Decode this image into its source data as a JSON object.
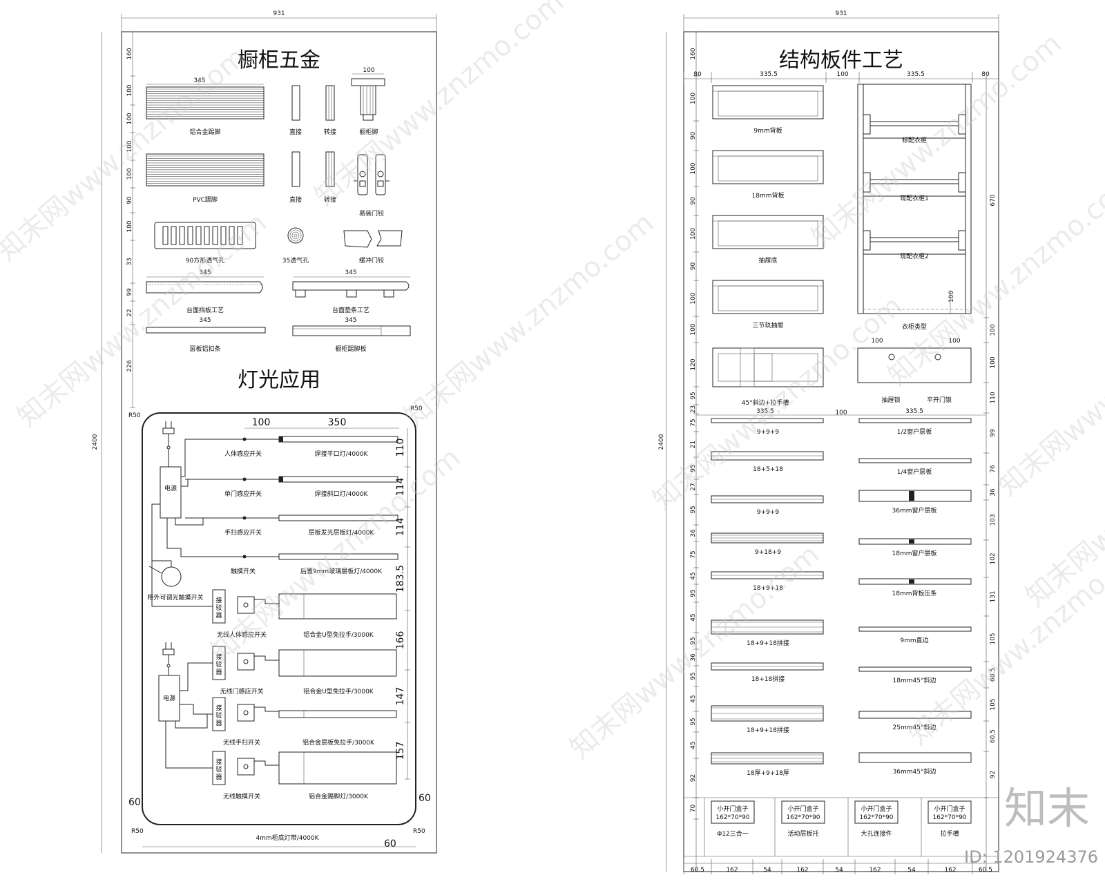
{
  "left_panel": {
    "width_dim": "931",
    "height_dim": "2400",
    "title_hardware": "橱柜五金",
    "title_lighting": "灯光应用",
    "row_dims": [
      "160",
      "100",
      "100",
      "100",
      "100",
      "90",
      "100",
      "33",
      "99",
      "22",
      "226"
    ],
    "hardware_dims": {
      "top_345": "345",
      "handle_100": "100"
    },
    "hardware_labels": {
      "alu_base": "铝合金踢脚",
      "straight_1": "直接",
      "corner_1": "转接",
      "cab_leg": "橱柜脚",
      "pvc_base": "PVC踢脚",
      "straight_2": "直接",
      "corner_2": "转接",
      "hinge": "易装门铰",
      "vent_square": "90方形透气孔",
      "vent_round": "35透气孔",
      "damper": "缓冲门铰",
      "counter_1": "台面挡板工艺",
      "counter_2": "台面垫条工艺",
      "shelf_strip": "层板铝扣条",
      "cab_strip": "橱柜踢脚板"
    },
    "lighting": {
      "corner_r": "R50",
      "dim_100": "100",
      "dim_350": "350",
      "right_dims": [
        "110",
        "114",
        "114",
        "183.5",
        "166",
        "147",
        "157"
      ],
      "power": "电源",
      "power2": "电源",
      "connector": "接驳器",
      "switches": [
        "人体感应开关",
        "单门感应开关",
        "手扫感应开关",
        "触摸开关"
      ],
      "lamps": [
        "焊接平口灯/4000K",
        "焊接斜口灯/4000K",
        "层板发光层板灯/4000K",
        "后置9mm玻璃层板灯/4000K"
      ],
      "round_switch": "柜外可调光触摸开关",
      "switches2": [
        "无线人体感应开关",
        "无线门感应开关",
        "无线手扫开关",
        "无线触摸开关"
      ],
      "lamps2": [
        "铝合金U型免拉手/3000K",
        "铝合金U型免拉手/3000K",
        "铝合金层板免拉手/3000K",
        "铝合金踢脚灯/3000K"
      ],
      "bottom_label": "4mm柜底灯带/4000K",
      "corner_dims": [
        "60",
        "60",
        "60",
        "R50",
        "R50"
      ]
    }
  },
  "right_panel": {
    "width_dim": "931",
    "height_dim": "2400",
    "title": "结构板件工艺",
    "top_dims": [
      "80",
      "335.5",
      "100",
      "335.5",
      "80"
    ],
    "left_col_dims": [
      "160",
      "100",
      "90",
      "100",
      "90",
      "100",
      "90",
      "100",
      "100",
      "120",
      "95",
      "23",
      "75",
      "21",
      "95",
      "27",
      "95",
      "36",
      "75",
      "45",
      "95",
      "45",
      "95",
      "36",
      "95",
      "45",
      "95",
      "45",
      "92",
      "70"
    ],
    "right_col_dims": [
      "670",
      "100",
      "100",
      "110",
      "99",
      "76",
      "36",
      "103",
      "102",
      "131",
      "105",
      "60.5",
      "105",
      "60.5",
      "92"
    ],
    "panel_labels": [
      "9mm背板",
      "18mm背板",
      "抽屉底",
      "三节轨抽屉"
    ],
    "cabinet_labels": [
      "标配衣柜",
      "现配衣柜1",
      "现配衣柜2",
      "衣柜类型"
    ],
    "miter_label": "45°斜边+拉手槽",
    "drill_labels": [
      "抽屉锁",
      "平开门锁"
    ],
    "drill_dims": [
      "100",
      "100",
      "100",
      "100"
    ],
    "sections_dims": [
      "335.5",
      "100",
      "335.5"
    ],
    "left_layers": [
      "9+9+9",
      "18+5+18",
      "9+9+9",
      "9+18+9",
      "18+9+18",
      "18+9+18拼接",
      "18+18拼接",
      "18+9+18拼接",
      "18厚+9+18厚"
    ],
    "right_layers": [
      "1/2窗户层板",
      "1/4窗户层板",
      "36mm窗户层板",
      "18mm窗户层板",
      "18mm背板压条",
      "9mm直边",
      "18mm45°斜边",
      "25mm45°斜边",
      "36mm45°斜边"
    ],
    "boxes": [
      {
        "line1": "小开门盒子",
        "line2": "162*70*90",
        "label": "Φ12三合一"
      },
      {
        "line1": "小开门盒子",
        "line2": "162*70*90",
        "label": "活动层板托"
      },
      {
        "line1": "小开门盒子",
        "line2": "162*70*90",
        "label": "大孔连接件"
      },
      {
        "line1": "小开门盒子",
        "line2": "162*70*90",
        "label": "拉手槽"
      }
    ],
    "bottom_dims": [
      "60.5",
      "162",
      "54",
      "162",
      "54",
      "162",
      "54",
      "162",
      "60.5"
    ]
  },
  "watermark_text": "知末网www.znzmo.com",
  "logo_text": "知末",
  "id_text": "ID: 1201924376"
}
